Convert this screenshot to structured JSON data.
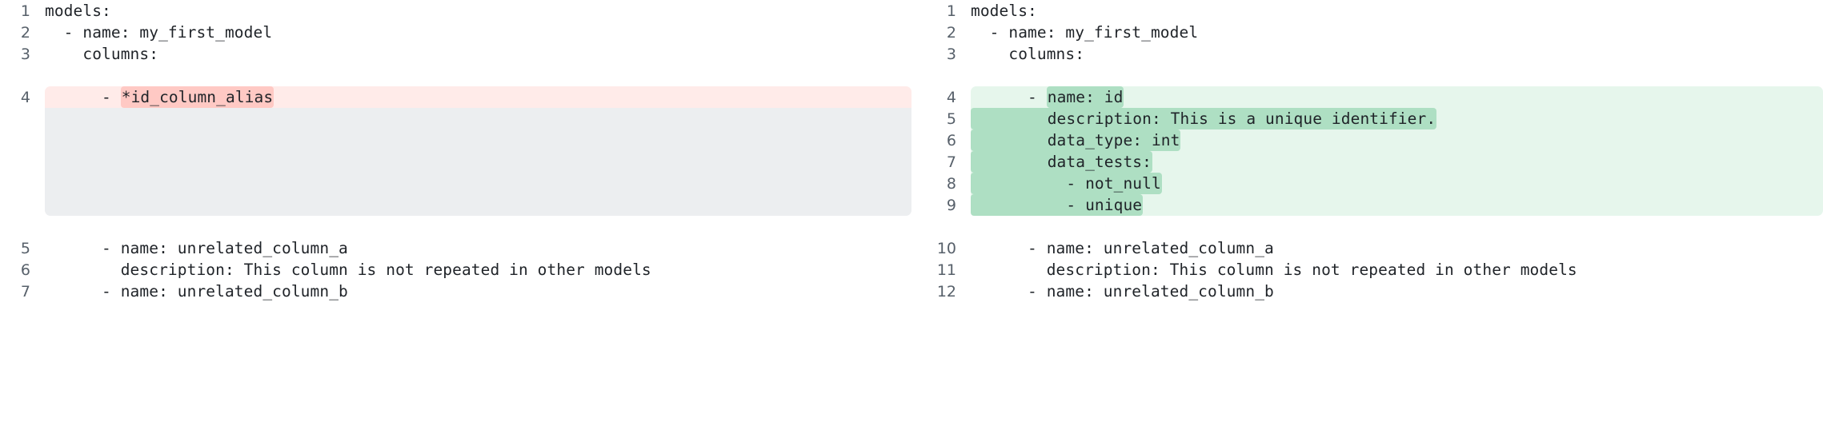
{
  "diff": {
    "left": {
      "name": "before-yaml",
      "change_type": "deletion",
      "accent": "#ffebe9",
      "token_accent": "#ffc9c4",
      "line_numbers": [
        "1",
        "2",
        "3",
        "4",
        "5",
        "6",
        "7"
      ],
      "lines": [
        {
          "num": "1",
          "text": "models:",
          "state": "context"
        },
        {
          "num": "2",
          "text": "  - name: my_first_model",
          "state": "context"
        },
        {
          "num": "3",
          "text": "    columns:",
          "state": "context"
        },
        {
          "num": "4",
          "prefix": "      - ",
          "token": "*id_column_alias",
          "text": "      - *id_column_alias",
          "state": "deleted"
        },
        {
          "num": "5",
          "text": "      - name: unrelated_column_a",
          "state": "context"
        },
        {
          "num": "6",
          "text": "        description: This column is not repeated in other models",
          "state": "context"
        },
        {
          "num": "7",
          "text": "      - name: unrelated_column_b",
          "state": "context"
        }
      ],
      "placeholder_label": "ghost-filler"
    },
    "right": {
      "name": "after-yaml",
      "change_type": "addition",
      "accent": "#e6f6ec",
      "token_accent": "#aedfc3",
      "line_numbers": [
        "1",
        "2",
        "3",
        "4",
        "5",
        "6",
        "7",
        "8",
        "9",
        "10",
        "11",
        "12"
      ],
      "lines": [
        {
          "num": "1",
          "text": "models:",
          "state": "context"
        },
        {
          "num": "2",
          "text": "  - name: my_first_model",
          "state": "context"
        },
        {
          "num": "3",
          "text": "    columns:",
          "state": "context"
        },
        {
          "num": "4",
          "prefix": "      - ",
          "token": "name: id",
          "text": "      - name: id",
          "state": "added"
        },
        {
          "num": "5",
          "prefix": "",
          "token": "        description: This is a unique identifier.",
          "text": "        description: This is a unique identifier.",
          "state": "added"
        },
        {
          "num": "6",
          "prefix": "",
          "token": "        data_type: int",
          "text": "        data_type: int",
          "state": "added"
        },
        {
          "num": "7",
          "prefix": "",
          "token": "        data_tests:",
          "text": "        data_tests:",
          "state": "added"
        },
        {
          "num": "8",
          "prefix": "",
          "token": "          - not_null",
          "text": "          - not_null",
          "state": "added"
        },
        {
          "num": "9",
          "prefix": "",
          "token": "          - unique",
          "text": "          - unique",
          "state": "added"
        },
        {
          "num": "10",
          "text": "      - name: unrelated_column_a",
          "state": "context"
        },
        {
          "num": "11",
          "text": "        description: This column is not repeated in other models",
          "state": "context"
        },
        {
          "num": "12",
          "text": "      - name: unrelated_column_b",
          "state": "context"
        }
      ]
    }
  }
}
